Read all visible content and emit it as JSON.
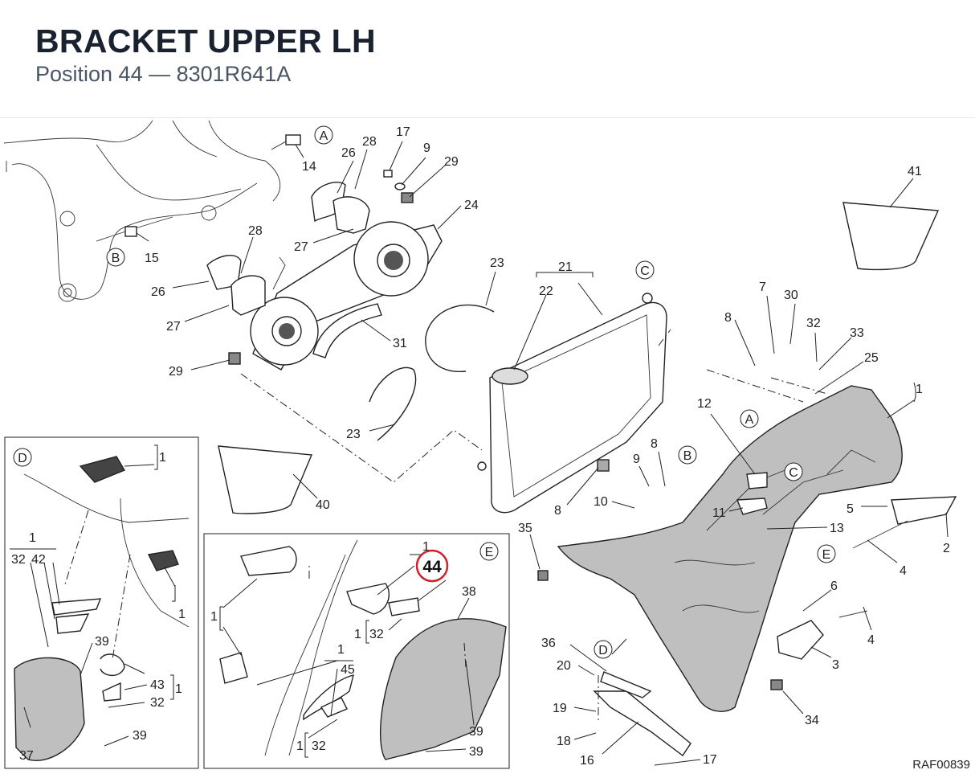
{
  "header": {
    "title": "BRACKET UPPER LH",
    "subtitle": "Position 44 — 8301R641A"
  },
  "diagram": {
    "drawing_code": "RAF00839",
    "highlight": {
      "number": "44",
      "color": "#d0202b"
    },
    "fill_color": "#bfbfbf",
    "refs": {
      "A": "A",
      "B": "B",
      "C": "C",
      "D": "D",
      "E": "E"
    },
    "callouts": {
      "c1": "1",
      "c2": "2",
      "c3": "3",
      "c4": "4",
      "c5": "5",
      "c6": "6",
      "c7": "7",
      "c8": "8",
      "c9": "9",
      "c10": "10",
      "c11": "11",
      "c12": "12",
      "c13": "13",
      "c14": "14",
      "c15": "15",
      "c16": "16",
      "c17": "17",
      "c18": "18",
      "c19": "19",
      "c20": "20",
      "c21": "21",
      "c22": "22",
      "c23": "23",
      "c24": "24",
      "c25": "25",
      "c26": "26",
      "c27": "27",
      "c28": "28",
      "c29": "29",
      "c30": "30",
      "c31": "31",
      "c32": "32",
      "c33": "33",
      "c34": "34",
      "c35": "35",
      "c36": "36",
      "c37": "37",
      "c38": "38",
      "c39": "39",
      "c40": "40",
      "c41": "41",
      "c42": "42",
      "c43": "43",
      "c45": "45"
    }
  }
}
